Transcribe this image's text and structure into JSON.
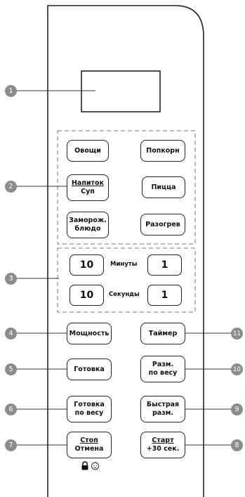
{
  "callouts_left": [
    "1",
    "2",
    "3",
    "4",
    "5",
    "6",
    "7"
  ],
  "callouts_right": [
    "11",
    "10",
    "9",
    "8"
  ],
  "buttons": {
    "vegetables": "Овощи",
    "popcorn": "Попкорн",
    "drink_top": "Напиток",
    "drink_bottom": "Суп",
    "pizza": "Пицца",
    "frozen_top": "Заморож.",
    "frozen_bottom": "блюдо",
    "reheat": "Разогрев",
    "power": "Мощность",
    "timer": "Таймер",
    "cook": "Готовка",
    "defrost_weight_top": "Разм.",
    "defrost_weight_bottom": "по весу",
    "cook_weight_top": "Готовка",
    "cook_weight_bottom": "по весу",
    "quick_defrost_top": "Быстрая",
    "quick_defrost_bottom": "разм.",
    "stop_top": "Стоп",
    "stop_bottom": "Отмена",
    "start_top": "Старт",
    "start_bottom": "+30 сек."
  },
  "time_keys": {
    "min_tens": "10",
    "min_ones": "1",
    "sec_tens": "10",
    "sec_ones": "1",
    "minutes_label": "Минуты",
    "seconds_label": "Секунды"
  },
  "icons": {
    "lock": "lock-icon",
    "child": "child-icon"
  }
}
